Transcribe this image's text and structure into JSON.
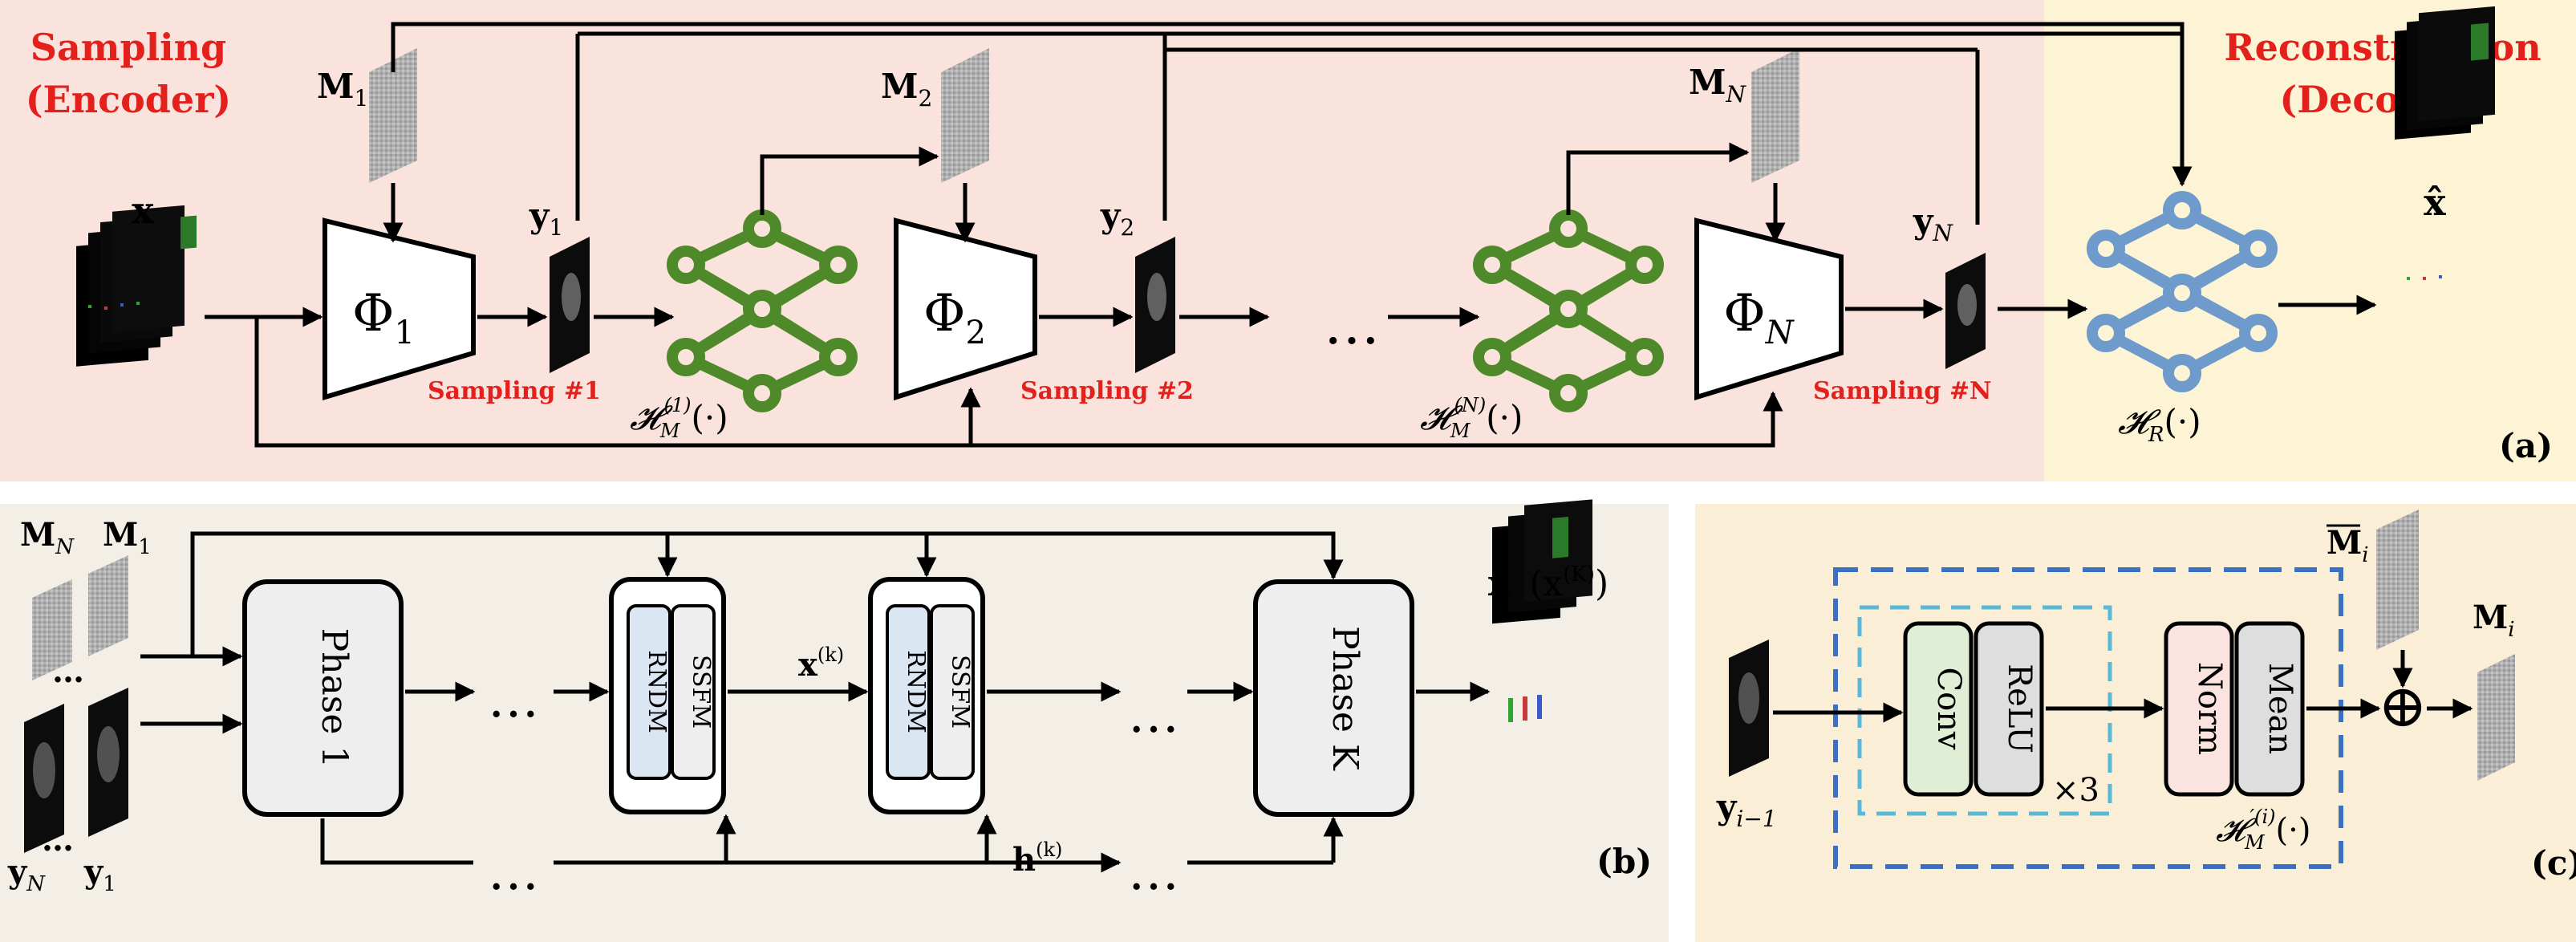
{
  "colors": {
    "sampling_bg": "#fae3dc",
    "recon_bg": "#fdf3d5",
    "panel_b_bg": "#f4efe6",
    "panel_c_bg": "#faefd6",
    "red_label": "#e3201b",
    "net_green": "#4f8a2a",
    "net_blue": "#6e9bcc",
    "mask_gray": "#a9a9a9",
    "dash_blue": "#3a6fc2",
    "dash_cyan": "#5ab8d8",
    "rndm_fill": "#dbe6f3",
    "conv_fill": "#dfeed5",
    "norm_fill": "#fbe3df",
    "gray_fill": "#dedede"
  },
  "panel_a": {
    "title_left_1": "Sampling",
    "title_left_2": "(Encoder)",
    "title_right_1": "Reconstruction",
    "title_right_2": "(Decoder)",
    "tag": "(a)",
    "x_label": "x",
    "xhat_label": "x̂",
    "m1": "M",
    "m1_sub": "1",
    "m2": "M",
    "m2_sub": "2",
    "mn": "M",
    "mn_sub": "N",
    "y1": "y",
    "y1_sub": "1",
    "y2": "y",
    "y2_sub": "2",
    "yn": "y",
    "yn_sub": "N",
    "phi1": "Φ",
    "phi1_sub": "1",
    "phi2": "Φ",
    "phi2_sub": "2",
    "phin": "Φ",
    "phin_sub": "N",
    "sampling_1": "Sampling #1",
    "sampling_2": "Sampling #2",
    "sampling_n": "Sampling #N",
    "hm1_base": "𝓗",
    "hm1_sub": "M",
    "hm1_sup": "(1)",
    "hm1_arg": "(·)",
    "hmn_base": "𝓗",
    "hmn_sub": "M",
    "hmn_sup": "(N)",
    "hmn_arg": "(·)",
    "hr_base": "𝓗",
    "hr_sub": "R",
    "hr_arg": "(·)",
    "dots": "…"
  },
  "panel_b": {
    "tag": "(b)",
    "mn": "M",
    "mn_sub": "N",
    "m1": "M",
    "m1_sub": "1",
    "yn": "y",
    "yn_sub": "N",
    "y1": "y",
    "y1_sub": "1",
    "phase1": "Phase 1",
    "phasek": "Phase K",
    "rndm": "RNDM",
    "ssfm": "SSFM",
    "xk": "x",
    "xk_sup": "(k)",
    "hk": "h",
    "hk_sup": "(k)",
    "out": "x̂",
    "out_paren": "(x",
    "out_sup": "(K)",
    "out_close": ")",
    "dots": "…"
  },
  "panel_c": {
    "tag": "(c)",
    "conv": "Conv",
    "relu": "ReLU",
    "norm": "Norm",
    "mean": "Mean",
    "times3": "×3",
    "mbar": "M",
    "mbar_sub": "i",
    "mi": "M",
    "mi_sub": "i",
    "yim1": "y",
    "yim1_sub": "i−1",
    "hm_base": "𝓗",
    "hm_sub": "M",
    "hm_sup": "′(i)",
    "hm_arg": "(·)",
    "plus": "⊕"
  }
}
